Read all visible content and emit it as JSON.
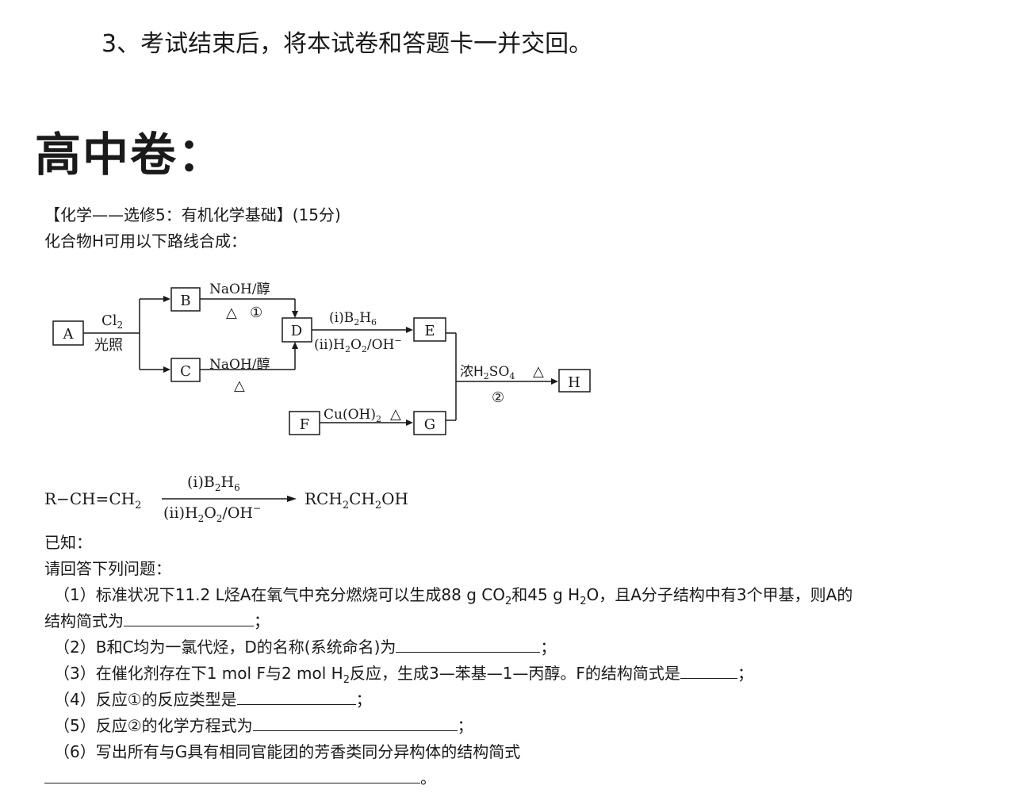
{
  "instruction_3": "3、考试结束后，将本试卷和答题卡一并交回。",
  "section_heading": "高中卷：",
  "question": {
    "header": "【化学——选修5：有机化学基础】(15分)",
    "intro": "化合物H可用以下路线合成："
  },
  "scheme": {
    "boxes": [
      "A",
      "B",
      "C",
      "D",
      "E",
      "F",
      "G",
      "H"
    ],
    "cl2": "Cl",
    "cl2_sub": "2",
    "light": "光照",
    "naoh_alcohol": "NaOH/醇",
    "heat": "△",
    "circle_1": "①",
    "circle_2": "②",
    "b2h6_pre": "(i)B",
    "b2h6_sub1": "2",
    "b2h6_mid": "H",
    "b2h6_sub2": "6",
    "h2o2_pre": "(ii)H",
    "h2o2_sub1": "2",
    "h2o2_mid": "O",
    "h2o2_sub2": "2",
    "h2o2_post": "/OH",
    "h2o2_sup": "−",
    "conc_pre": "浓H",
    "conc_sub1": "2",
    "conc_mid": "SO",
    "conc_sub2": "4",
    "cuoh_pre": "Cu(OH)",
    "cuoh_sub": "2"
  },
  "known_reaction": {
    "reactant": "R−CH=CH",
    "reactant_sub": "2",
    "top_pre": "(i)B",
    "top_sub1": "2",
    "top_mid": "H",
    "top_sub2": "6",
    "bottom_pre": "(ii)H",
    "bottom_sub1": "2",
    "bottom_mid": "O",
    "bottom_sub2": "2",
    "bottom_post": "/OH",
    "bottom_sup": "−",
    "product_a": "RCH",
    "product_sub1": "2",
    "product_b": "CH",
    "product_sub2": "2",
    "product_c": "OH"
  },
  "known_label": "已知：",
  "ask_label": "请回答下列问题：",
  "sub_questions": {
    "q1_a": "（1）标准状况下11.2 L烃A在氧气中充分燃烧可以生成88 g CO",
    "q1_a_sub1": "2",
    "q1_a_mid": "和45 g H",
    "q1_a_sub2": "2",
    "q1_a_end": "O，且A分子结构中有3个甲基，则A的",
    "q1_b": "结构简式为",
    "q2": "（2）B和C均为一氯代烃，D的名称(系统命名)为",
    "q3_a": "（3）在催化剂存在下1 mol F与2 mol H",
    "q3_sub": "2",
    "q3_b": "反应，生成3—苯基—1—丙醇。F的结构简式是",
    "q4": "（4）反应①的反应类型是",
    "q5": "（5）反应②的化学方程式为",
    "q6": "（6）写出所有与G具有相同官能团的芳香类同分异构体的结构简式",
    "semicolon": "；",
    "period": "。"
  }
}
